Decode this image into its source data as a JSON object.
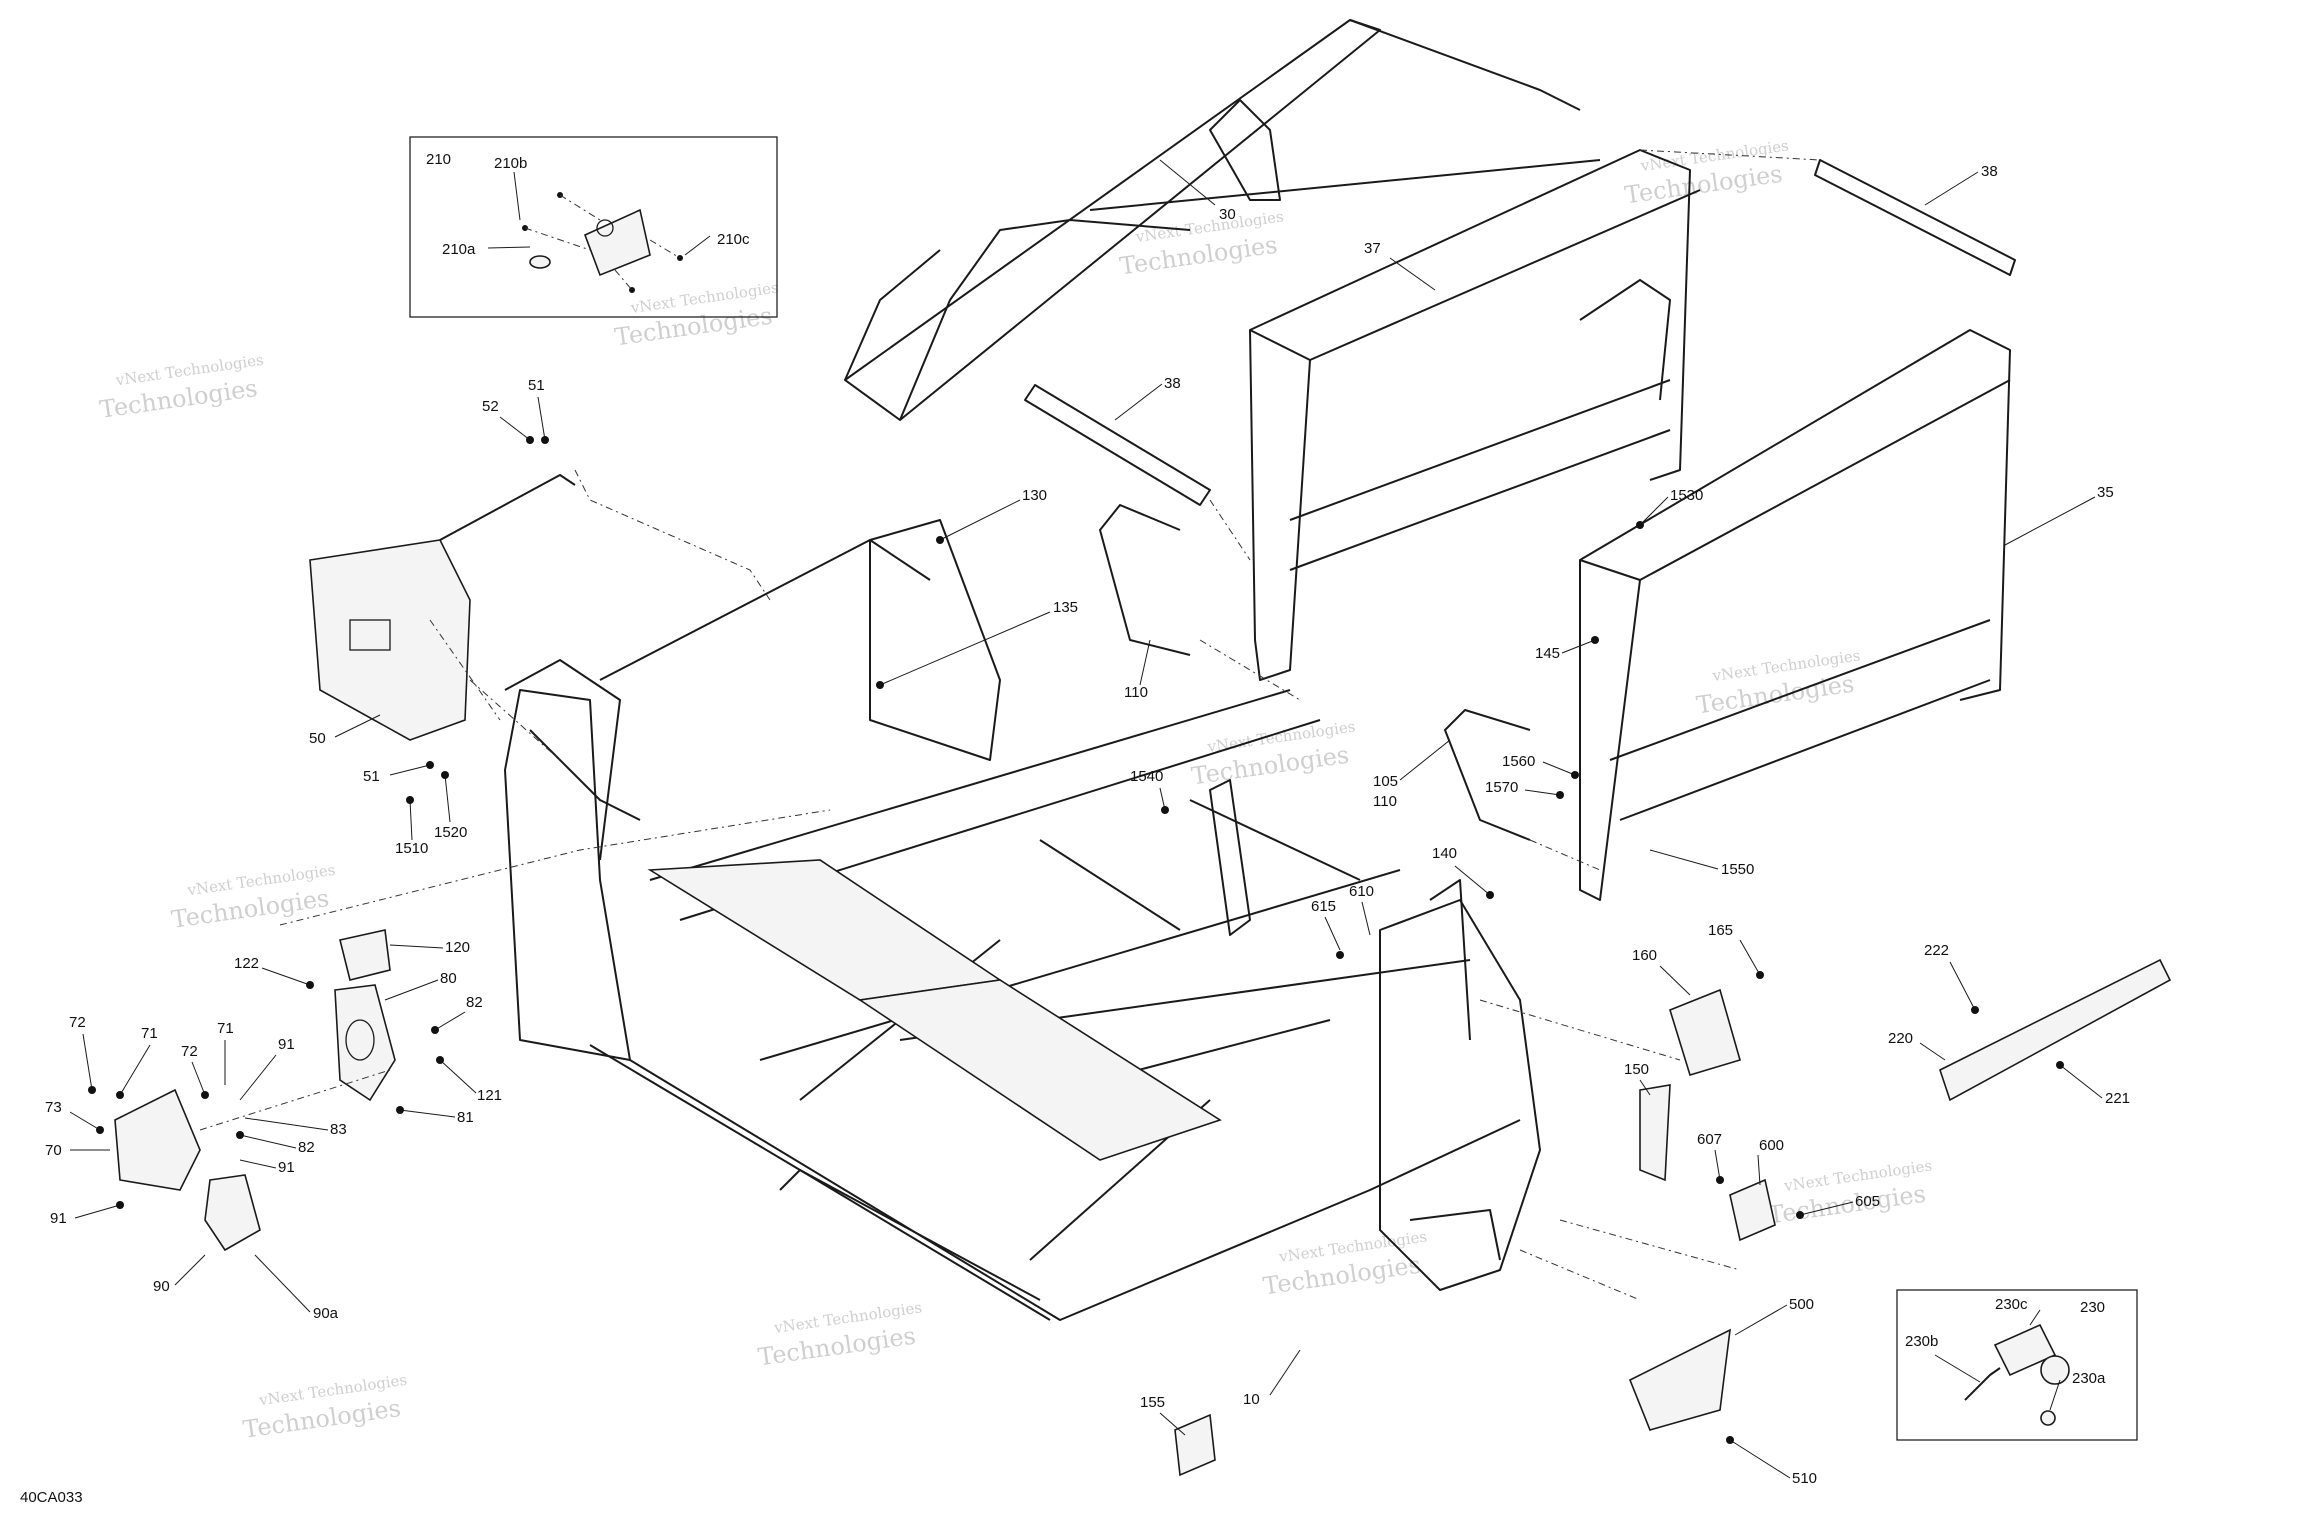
{
  "diagram_id": "40CA033",
  "watermark": {
    "line1": "vNext Technologies",
    "line2": "Technologies"
  },
  "inset_210": {
    "title": "210",
    "parts": [
      "210a",
      "210b",
      "210c"
    ]
  },
  "inset_230": {
    "title": "230",
    "parts": [
      "230a",
      "230b",
      "230c"
    ]
  },
  "callouts": [
    "10",
    "30",
    "35",
    "37",
    "38",
    "38",
    "50",
    "51",
    "51",
    "52",
    "70",
    "71",
    "71",
    "72",
    "72",
    "73",
    "80",
    "81",
    "82",
    "82",
    "83",
    "90",
    "90a",
    "91",
    "91",
    "91",
    "105",
    "110",
    "110",
    "120",
    "121",
    "122",
    "130",
    "135",
    "140",
    "145",
    "150",
    "155",
    "160",
    "165",
    "220",
    "221",
    "222",
    "500",
    "510",
    "600",
    "605",
    "607",
    "610",
    "615",
    "1510",
    "1520",
    "1530",
    "1540",
    "1550",
    "1560",
    "1570"
  ]
}
